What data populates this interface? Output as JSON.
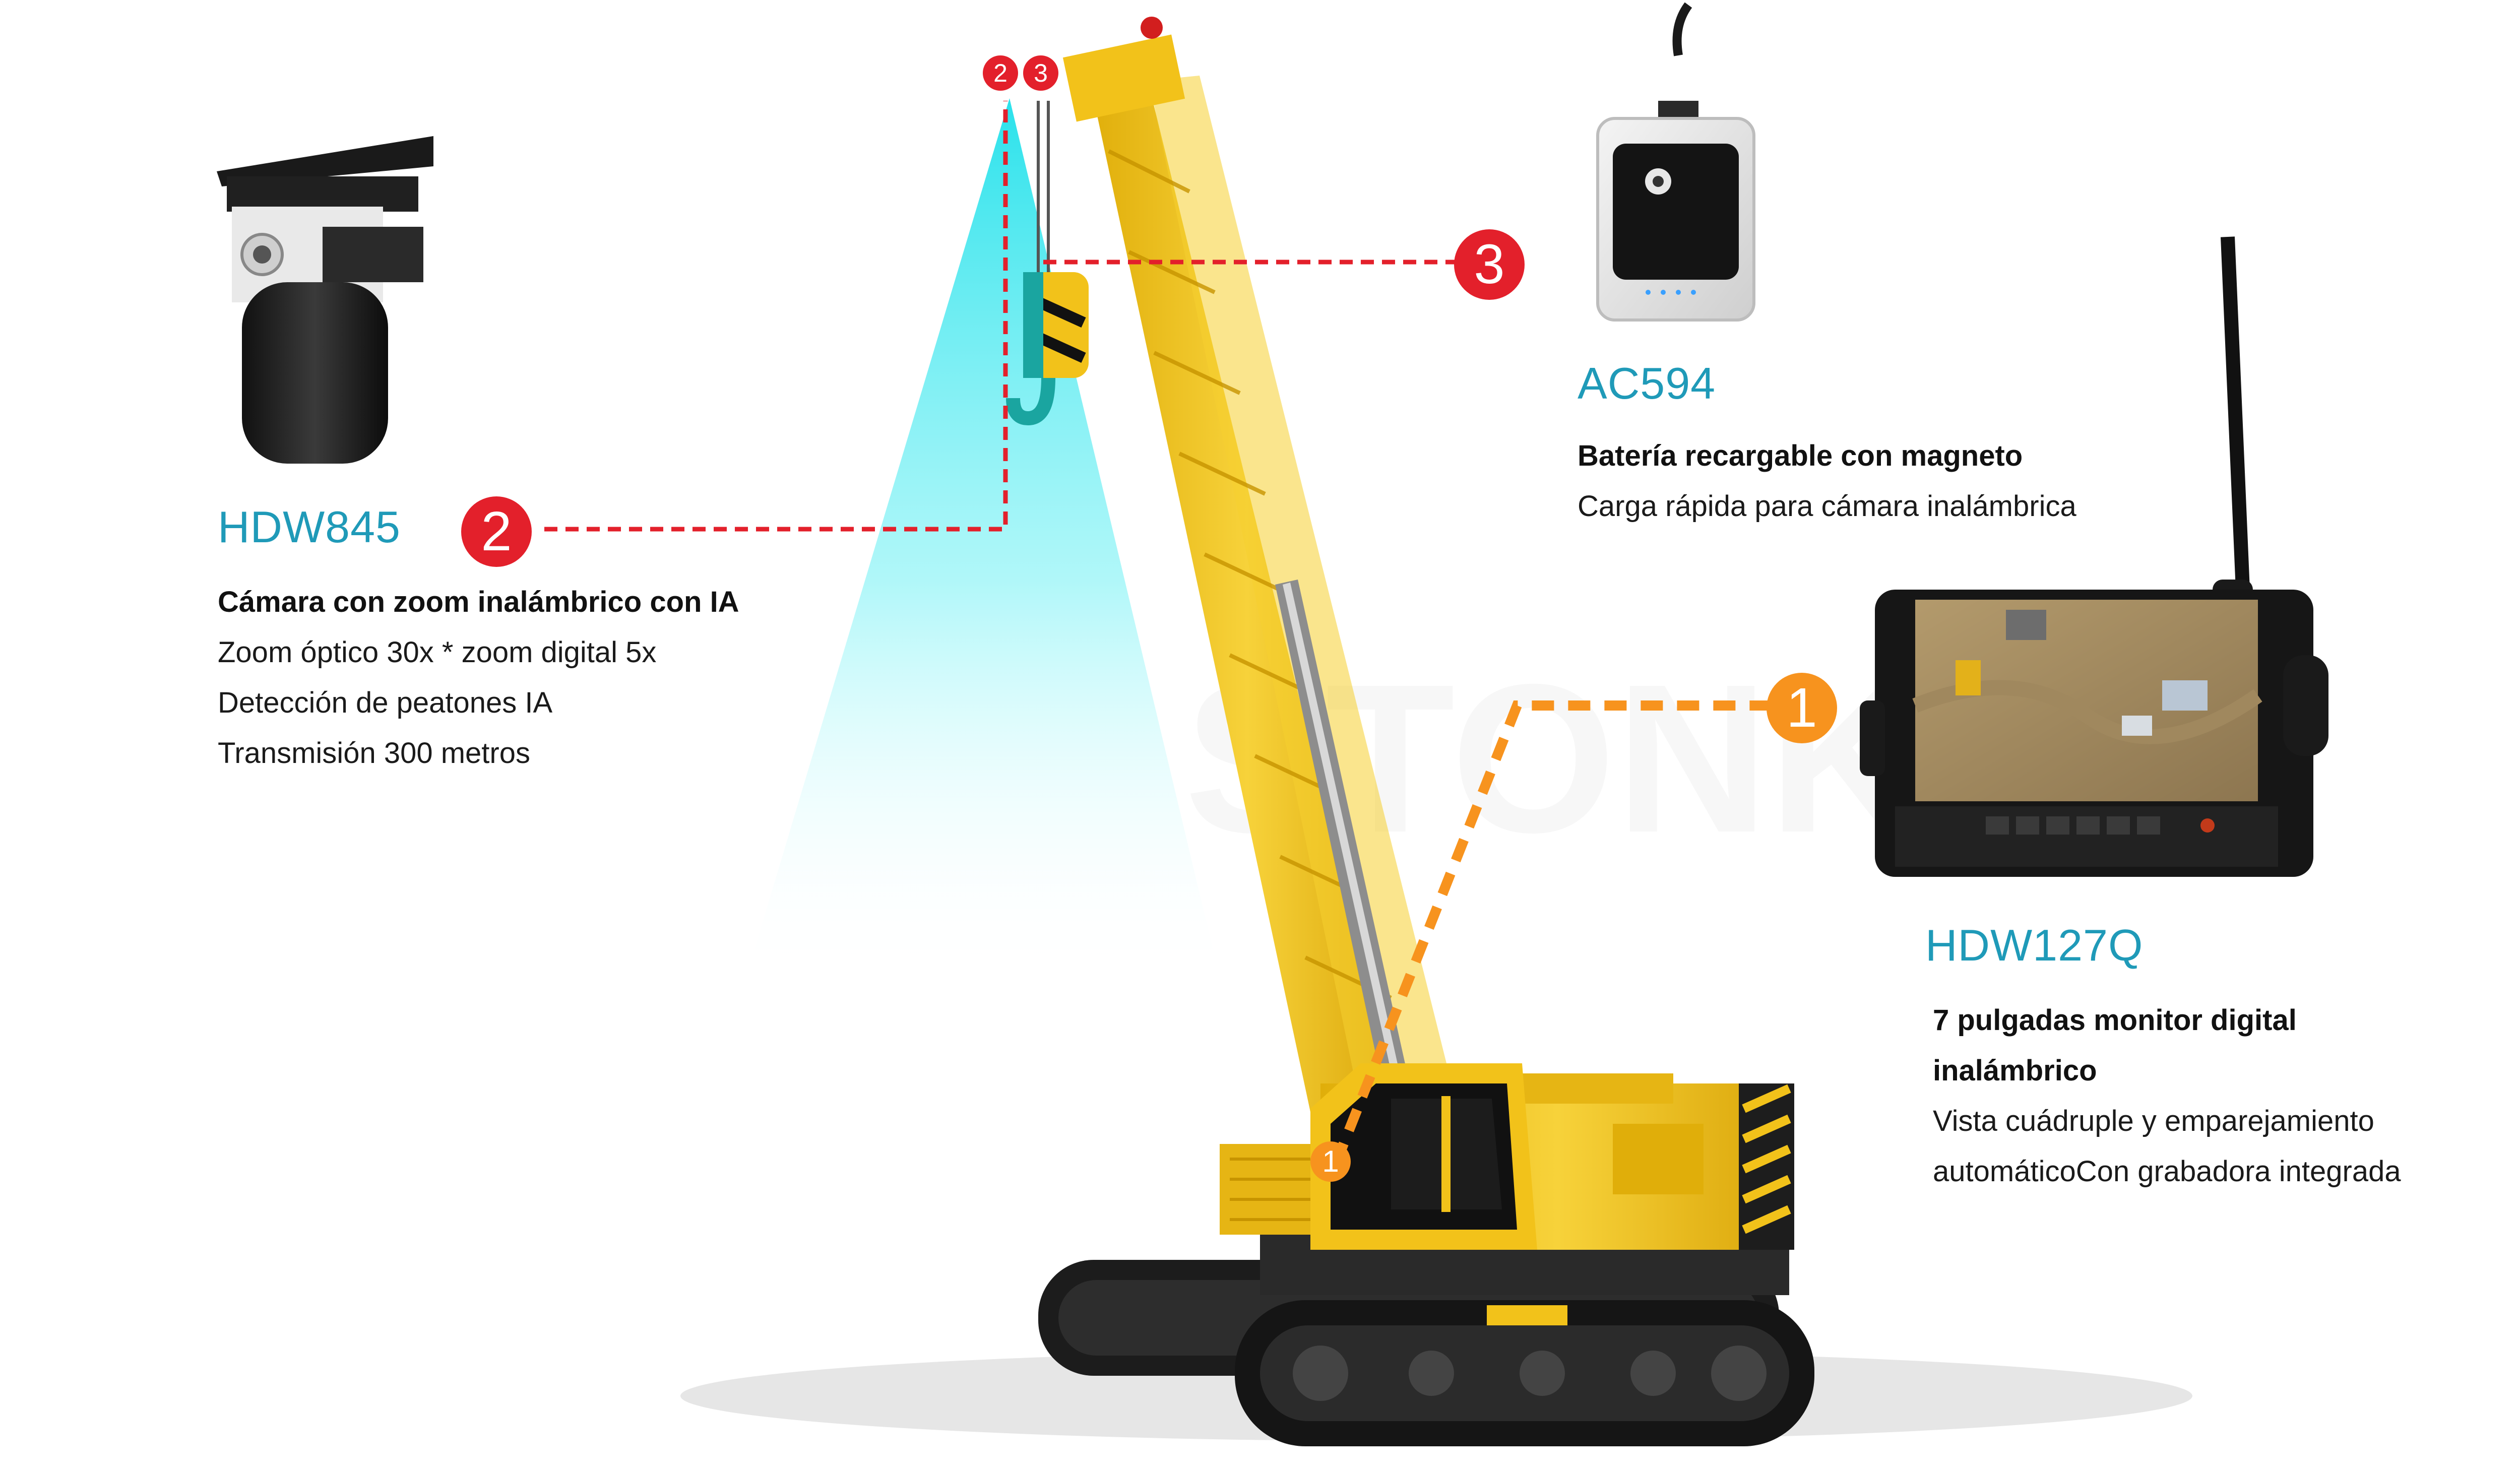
{
  "products": [
    {
      "badge": "2",
      "model": "HDW845",
      "title": "Cámara con zoom inalámbrico con IA",
      "lines": [
        "Zoom óptico 30x * zoom digital 5x",
        "Detección de peatones IA",
        "Transmisión 300 metros"
      ]
    },
    {
      "badge": "3",
      "model": "AC594",
      "title": "Batería recargable con magneto",
      "lines": [
        "Carga rápida para cámara inalámbrica"
      ]
    },
    {
      "badge": "1",
      "model": "HDW127Q",
      "title_lines": [
        "7 pulgadas monitor digital",
        "inalámbrico"
      ],
      "lines": [
        "Vista cuádruple y emparejamiento",
        "automáticoCon grabadora integrada"
      ]
    }
  ],
  "colors": {
    "accent_text": "#1f9ab8",
    "badge_red": "#e3202b",
    "badge_orange": "#f7931e",
    "crane_yellow": "#f2c21a",
    "camera_beam": "#3fe6ee"
  },
  "icons": [
    "wireless-zoom-camera-icon",
    "battery-box-icon",
    "monitor-icon",
    "crawler-crane-illustration"
  ]
}
